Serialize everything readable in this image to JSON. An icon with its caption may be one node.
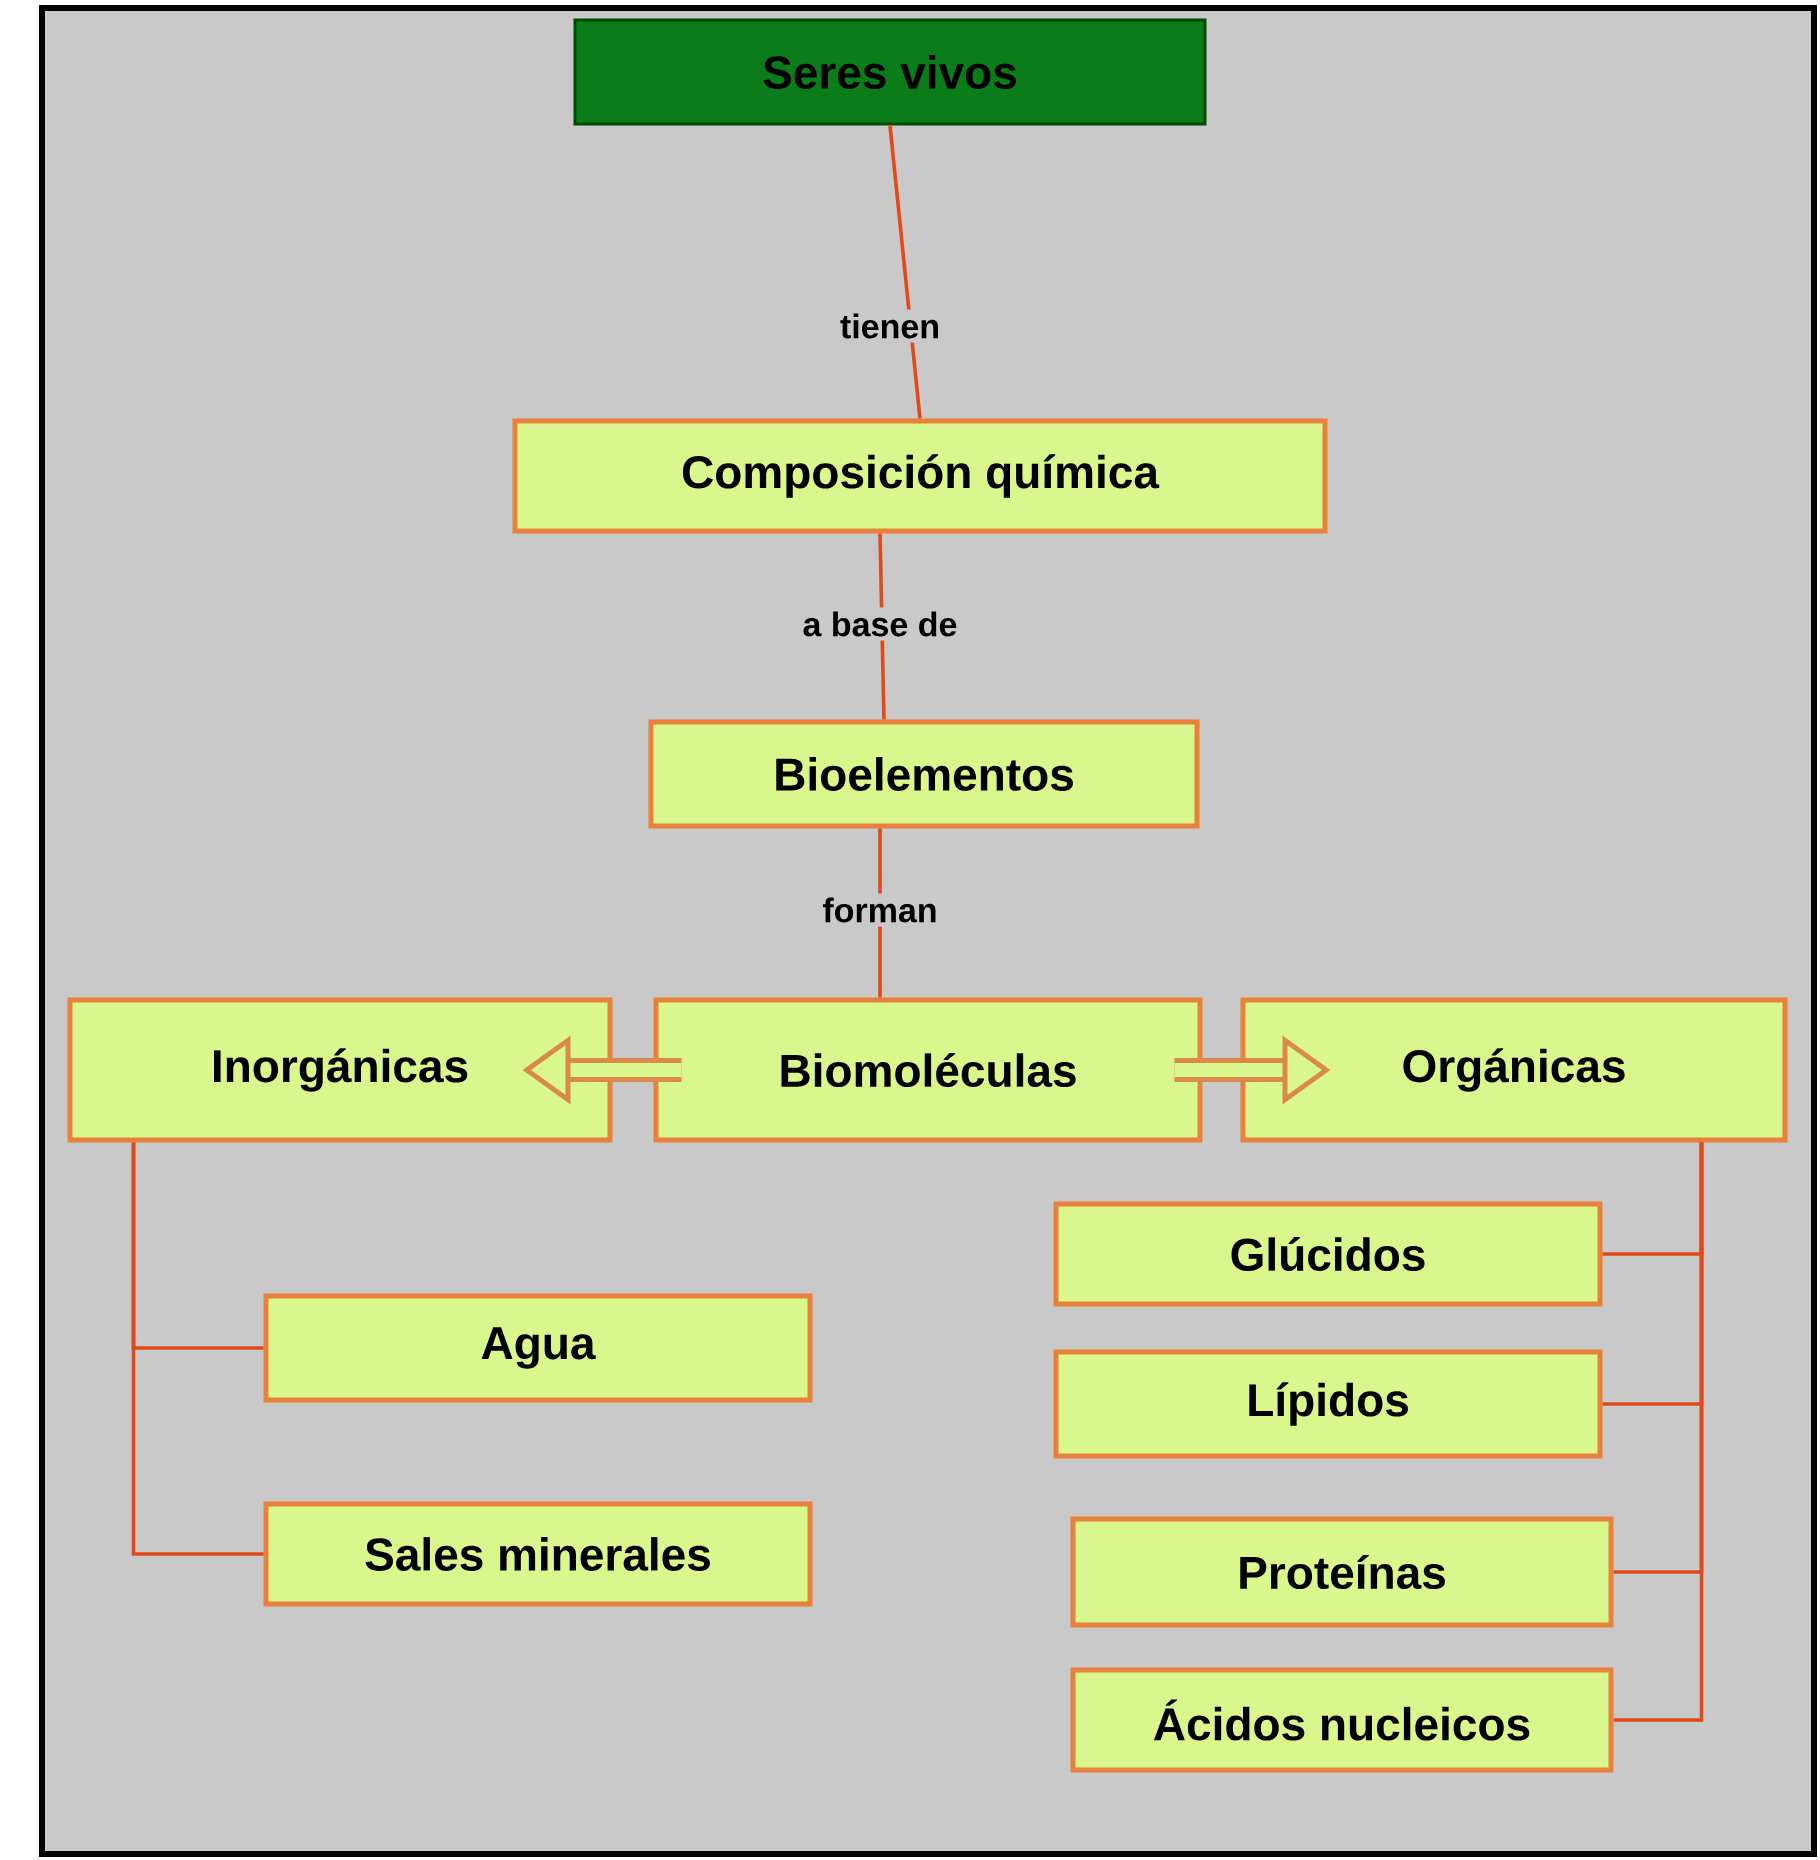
{
  "diagram": {
    "nodes": [
      {
        "text": [
          "Seres vivos"
        ]
      },
      {
        "text": [
          "Composición química"
        ]
      },
      {
        "text": [
          "Bioelementos"
        ]
      },
      {
        "text": [
          "Inorgánicas"
        ]
      },
      {
        "text": [
          "Biomoléculas"
        ]
      },
      {
        "text": [
          "Orgánicas"
        ]
      },
      {
        "text": [
          "Agua"
        ]
      },
      {
        "text": [
          "Sales minerales"
        ]
      },
      {
        "text": [
          "Glúcidos"
        ]
      },
      {
        "text": [
          "Lípidos"
        ]
      },
      {
        "text": [
          "Proteínas"
        ]
      },
      {
        "text": [
          "Ácidos nucleicos"
        ]
      }
    ],
    "edges": [
      {
        "from": 0,
        "to": 1,
        "arrow": "none",
        "label": "tienen"
      },
      {
        "from": 1,
        "to": 2,
        "arrow": "none",
        "label": "a base de"
      },
      {
        "from": 2,
        "to": 4,
        "arrow": "none",
        "label": "forman"
      },
      {
        "from": 4,
        "to": 3,
        "arrow": "to",
        "style": "thick",
        "color": "#d98a4a"
      },
      {
        "from": 4,
        "to": 5,
        "arrow": "to",
        "style": "thick",
        "color": "#d98a4a"
      },
      {
        "from": 3,
        "to": 6,
        "arrow": "none"
      },
      {
        "from": 3,
        "to": 7,
        "arrow": "none"
      },
      {
        "from": 5,
        "to": 8,
        "arrow": "none"
      },
      {
        "from": 5,
        "to": 9,
        "arrow": "none"
      },
      {
        "from": 5,
        "to": 10,
        "arrow": "none"
      },
      {
        "from": 5,
        "to": 11,
        "arrow": "none"
      }
    ]
  }
}
